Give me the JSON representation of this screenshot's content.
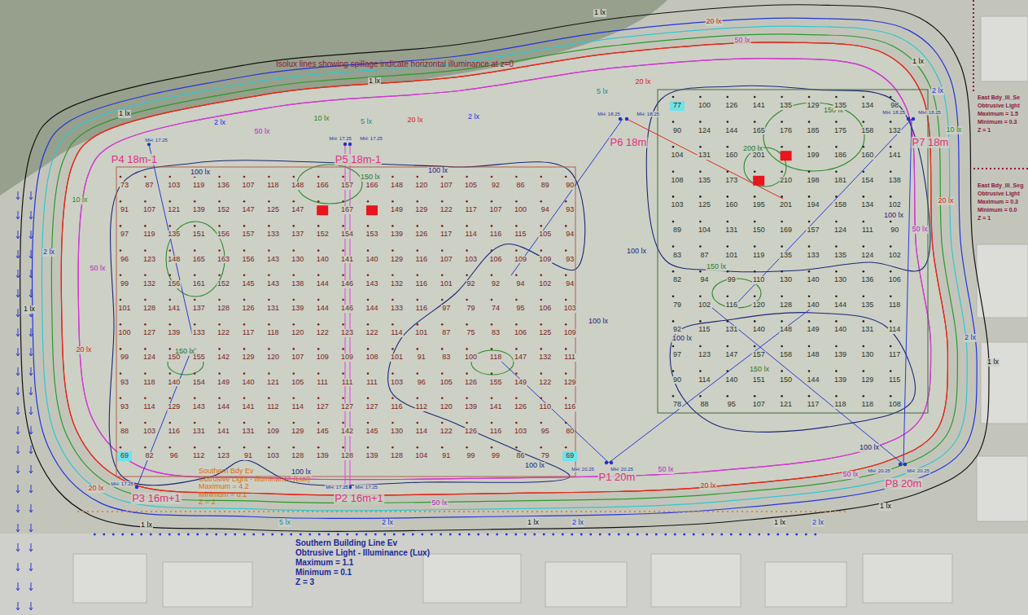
{
  "diagram": {
    "labels": [
      "Isolux lines showing spillage indicate horizontal illuminance at z=0",
      "1 lx",
      "1 lx",
      "1 lx",
      "1 lx",
      "1 lx",
      "1 lx",
      "1 lx",
      "1 lx",
      "1 lx",
      "1 lx",
      "2 lx",
      "2 lx",
      "2 lx",
      "2 lx",
      "2 lx",
      "2 lx",
      "2 lx",
      "2 lx",
      "5 lx",
      "5 lx",
      "5 lx",
      "10 lx",
      "10 lx",
      "10 lx",
      "20 lx",
      "20 lx",
      "20 lx",
      "20 lx",
      "20 lx",
      "20 lx",
      "20 lx",
      "50 lx",
      "50 lx",
      "50 lx",
      "50 lx",
      "50 lx",
      "50 lx",
      "50 lx",
      "100 lx",
      "100 lx",
      "100 lx",
      "100 lx",
      "100 lx",
      "100 lx",
      "100 lx",
      "100 lx",
      "100 lx",
      "150 lx",
      "150 lx",
      "150 lx",
      "150 lx",
      "150 lx",
      "200 lx",
      "P4 18m-1",
      "P5 18m-1",
      "P6 18m",
      "P7 18m",
      "P3 16m+1",
      "P2 16m+1",
      "P1 20m",
      "P8 20m",
      "MH: 17.25",
      "MH: 17.25",
      "MH: 17.25",
      "MH: 18.25",
      "MH: 18.25",
      "MH: 18.25",
      "MH: 18.25",
      "MH: 17.25",
      "MH: 17.25",
      "MH: 17.25",
      "MH: 20.25",
      "MH: 20.25",
      "MH: 20.25",
      "MH: 20.25",
      "Southern Bdy Ev",
      "Obtrusive Light - Illuminance (Lux)",
      "Maximum = 4.2",
      "Minimum = 0.1",
      "Z = 2",
      "Southern Building Line Ev",
      "Obtrusive Light - Illuminance (Lux)",
      "Maximum = 1.1",
      "Minimum = 0.1",
      "Z = 3",
      "East Bdy_Ill_Se",
      "Obtrusive Light",
      "Maximum = 1.5",
      "Minimum = 0.3",
      "Z = 1",
      "East Bdy_Ill_Seg",
      "Obtrusive Light",
      "Maximum = 0.3",
      "Minimum = 0.0",
      "Z = 1",
      "73",
      "87",
      "103",
      "119",
      "136",
      "107",
      "118",
      "148",
      "166",
      "157",
      "166",
      "148",
      "120",
      "107",
      "105",
      "92",
      "86",
      "89",
      "90",
      "91",
      "107",
      "121",
      "139",
      "152",
      "147",
      "125",
      "147",
      "167",
      "149",
      "129",
      "122",
      "117",
      "107",
      "100",
      "94",
      "93",
      "97",
      "119",
      "135",
      "151",
      "156",
      "157",
      "133",
      "137",
      "152",
      "154",
      "153",
      "139",
      "126",
      "117",
      "114",
      "116",
      "115",
      "105",
      "94",
      "96",
      "123",
      "148",
      "165",
      "163",
      "156",
      "143",
      "130",
      "140",
      "141",
      "140",
      "129",
      "116",
      "107",
      "103",
      "106",
      "109",
      "109",
      "93",
      "99",
      "132",
      "156",
      "161",
      "152",
      "145",
      "143",
      "138",
      "144",
      "146",
      "143",
      "132",
      "116",
      "101",
      "92",
      "92",
      "94",
      "102",
      "94",
      "101",
      "128",
      "141",
      "137",
      "128",
      "126",
      "131",
      "139",
      "144",
      "146",
      "144",
      "133",
      "116",
      "97",
      "79",
      "74",
      "95",
      "106",
      "103",
      "100",
      "127",
      "139",
      "133",
      "122",
      "117",
      "118",
      "120",
      "122",
      "123",
      "122",
      "114",
      "101",
      "87",
      "75",
      "83",
      "106",
      "125",
      "109",
      "99",
      "124",
      "150",
      "155",
      "142",
      "129",
      "120",
      "107",
      "109",
      "109",
      "108",
      "101",
      "91",
      "83",
      "100",
      "118",
      "147",
      "132",
      "111",
      "93",
      "118",
      "140",
      "154",
      "149",
      "140",
      "121",
      "105",
      "111",
      "111",
      "111",
      "103",
      "96",
      "105",
      "126",
      "155",
      "149",
      "122",
      "129",
      "93",
      "114",
      "129",
      "143",
      "144",
      "141",
      "112",
      "114",
      "127",
      "127",
      "127",
      "116",
      "112",
      "120",
      "139",
      "141",
      "126",
      "110",
      "116",
      "88",
      "103",
      "116",
      "131",
      "141",
      "131",
      "109",
      "129",
      "145",
      "142",
      "145",
      "130",
      "114",
      "122",
      "126",
      "116",
      "103",
      "95",
      "80",
      "69",
      "82",
      "96",
      "112",
      "123",
      "91",
      "103",
      "128",
      "139",
      "128",
      "139",
      "128",
      "104",
      "91",
      "99",
      "99",
      "86",
      "79",
      "69",
      "77",
      "100",
      "126",
      "141",
      "135",
      "129",
      "135",
      "134",
      "98",
      "90",
      "124",
      "144",
      "165",
      "176",
      "185",
      "175",
      "158",
      "132",
      "104",
      "131",
      "160",
      "201",
      "199",
      "186",
      "160",
      "141",
      "108",
      "135",
      "173",
      "210",
      "198",
      "181",
      "154",
      "138",
      "103",
      "125",
      "160",
      "195",
      "201",
      "194",
      "158",
      "134",
      "102",
      "89",
      "104",
      "131",
      "150",
      "169",
      "157",
      "124",
      "111",
      "90",
      "83",
      "87",
      "101",
      "119",
      "135",
      "133",
      "135",
      "124",
      "102",
      "82",
      "94",
      "99",
      "110",
      "130",
      "140",
      "130",
      "136",
      "106",
      "79",
      "102",
      "116",
      "120",
      "128",
      "140",
      "144",
      "135",
      "118",
      "92",
      "115",
      "131",
      "140",
      "148",
      "149",
      "140",
      "131",
      "114",
      "97",
      "123",
      "147",
      "157",
      "158",
      "148",
      "139",
      "130",
      "117",
      "90",
      "114",
      "140",
      "151",
      "150",
      "144",
      "139",
      "129",
      "115",
      "78",
      "88",
      "95",
      "107",
      "121",
      "117",
      "118",
      "118",
      "108"
    ]
  }
}
